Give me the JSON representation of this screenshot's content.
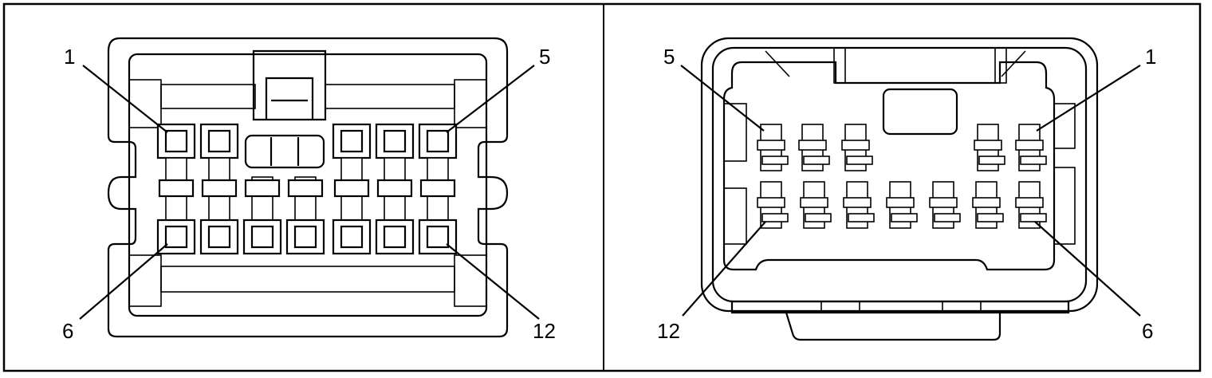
{
  "panels": [
    {
      "name": "connector-face-view",
      "callouts": {
        "top_left": "1",
        "top_right": "5",
        "bottom_left": "6",
        "bottom_right": "12"
      }
    },
    {
      "name": "connector-rear-view",
      "callouts": {
        "top_left": "5",
        "top_right": "1",
        "bottom_left": "12",
        "bottom_right": "6"
      }
    }
  ]
}
